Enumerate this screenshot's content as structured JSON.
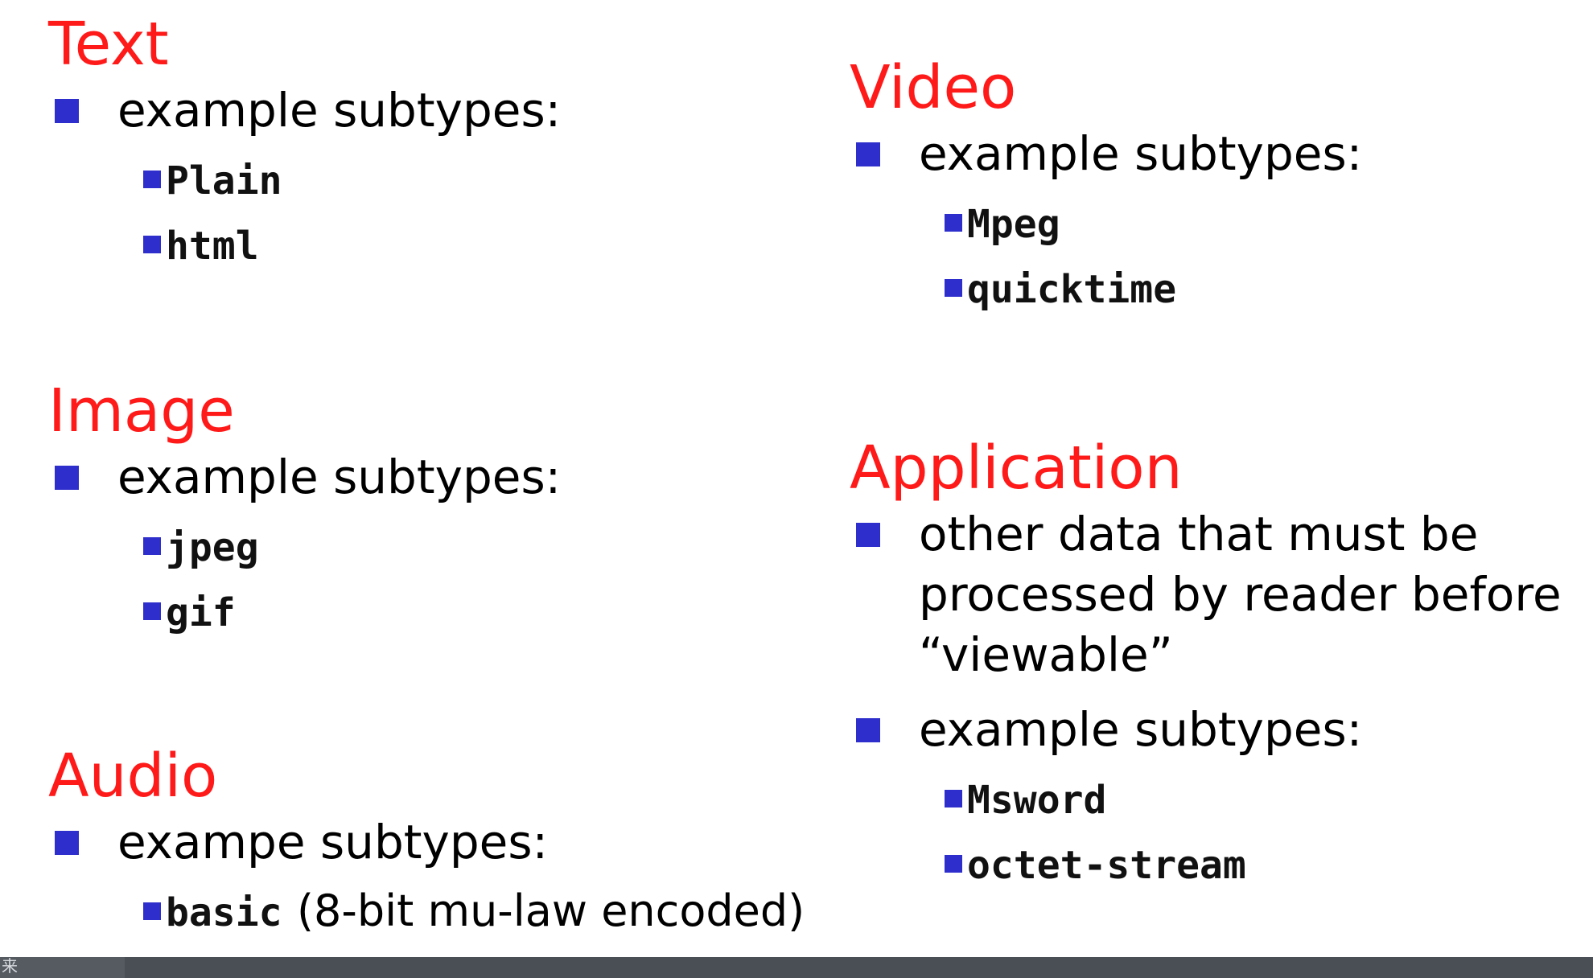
{
  "text_section": {
    "heading": "Text",
    "bullet": "example subtypes:",
    "subtypes": [
      "Plain",
      "html"
    ]
  },
  "image_section": {
    "heading": "Image",
    "bullet": "example subtypes:",
    "subtypes": [
      "jpeg",
      "gif"
    ]
  },
  "audio_section": {
    "heading": "Audio",
    "bullet": "exampe subtypes:",
    "subtype_code": "basic",
    "subtype_note": "(8-bit mu-law encoded)"
  },
  "video_section": {
    "heading": "Video",
    "bullet": "example subtypes:",
    "subtypes": [
      "Mpeg",
      "quicktime"
    ]
  },
  "application_section": {
    "heading": "Application",
    "bullet_description": "other data that must be processed by reader before “viewable”",
    "bullet": "example subtypes:",
    "subtypes": [
      "Msword",
      "octet-stream"
    ]
  },
  "footer": {
    "glyph": "来"
  },
  "colors": {
    "heading": "#ff1a1a",
    "bullet": "#2e2ecc",
    "footer_bar": "#4a4f56"
  }
}
